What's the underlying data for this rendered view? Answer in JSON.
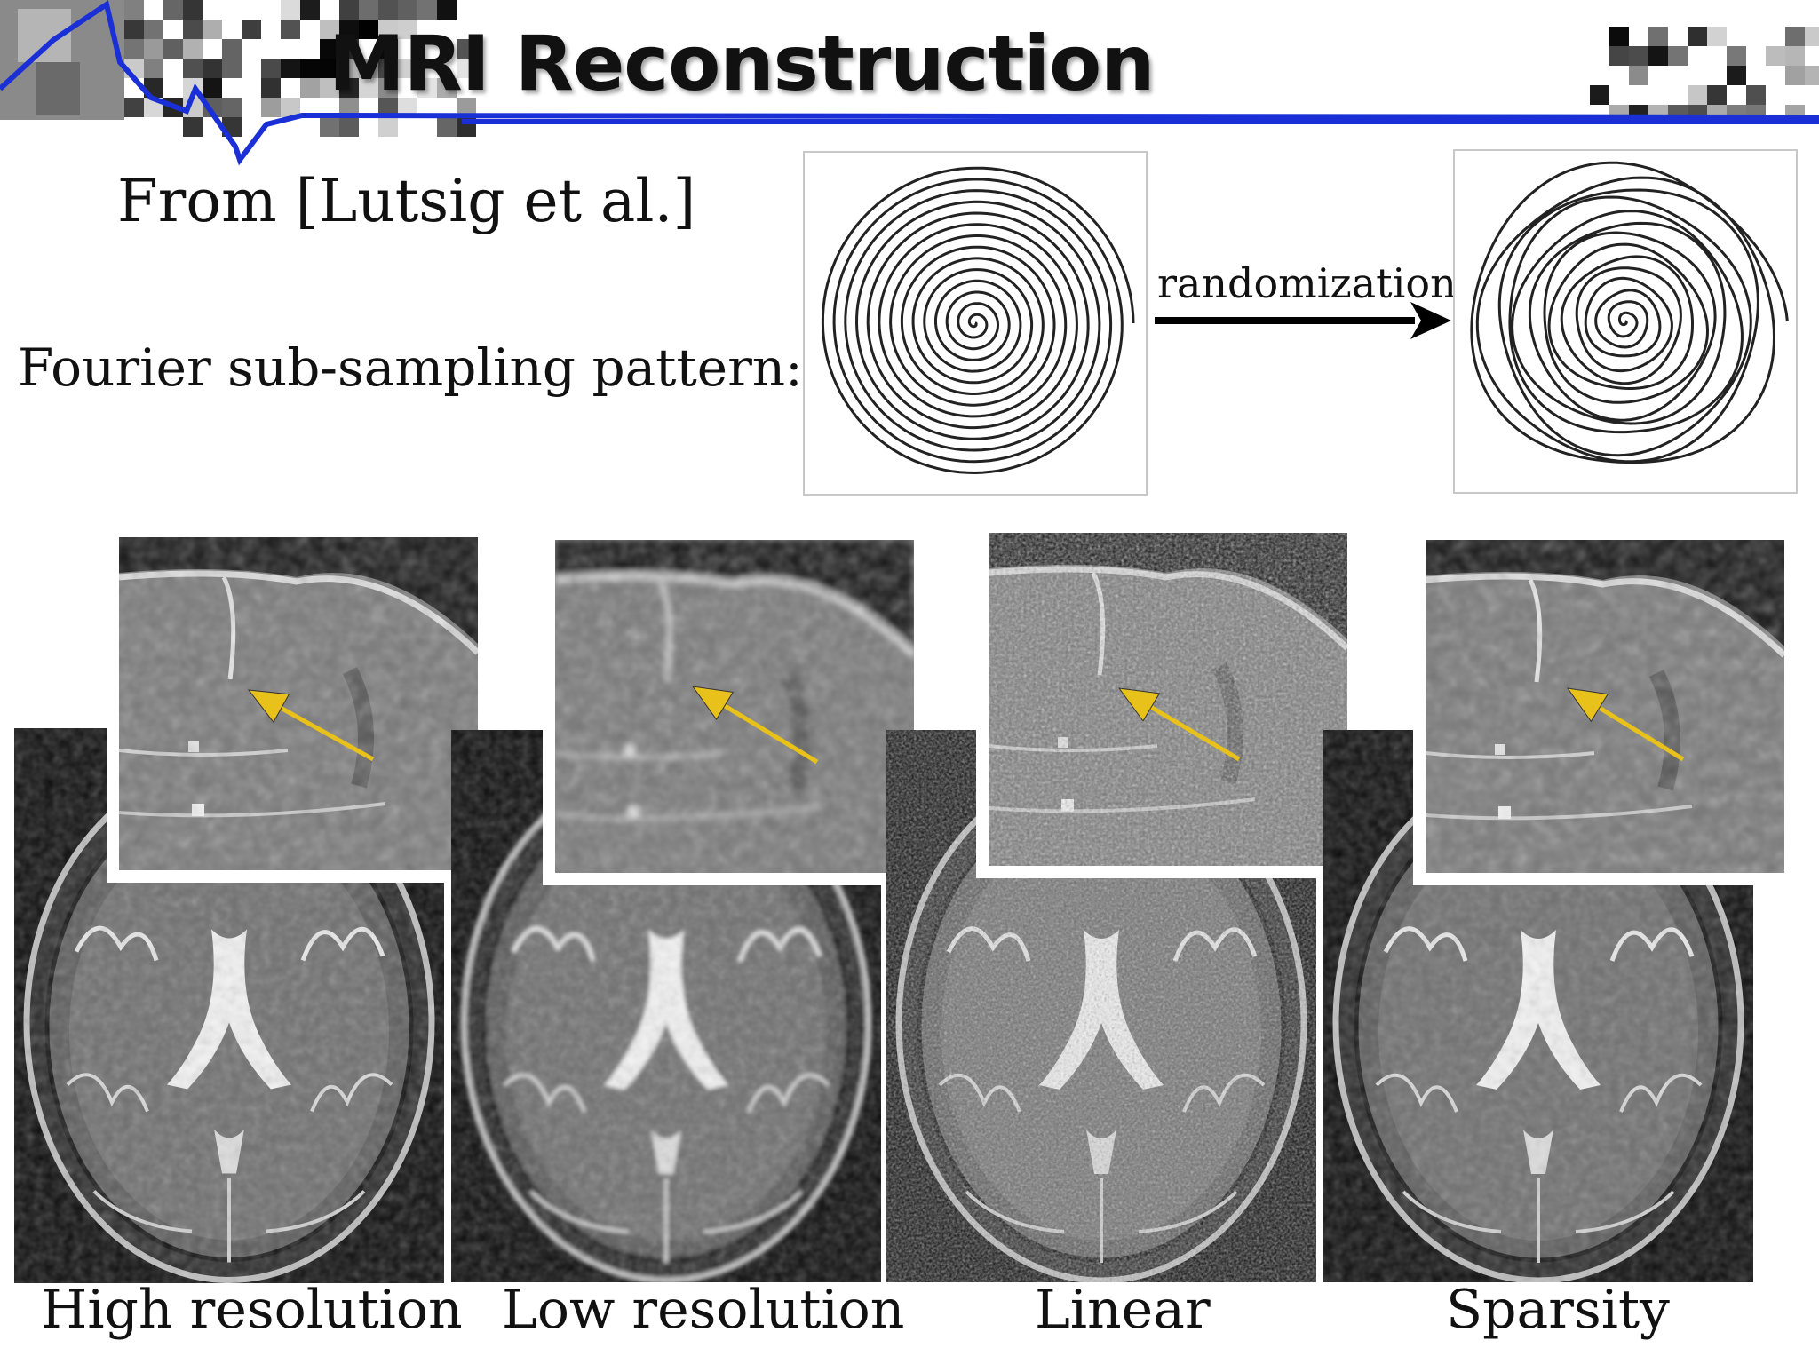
{
  "slide": {
    "title": "MRI Reconstruction",
    "citation": "From [Lutsig et al.]",
    "pattern_label": "Fourier sub-sampling pattern:",
    "arrow_label": "randomization"
  },
  "panels": [
    {
      "caption": "High resolution"
    },
    {
      "caption": "Low resolution"
    },
    {
      "caption": "Linear"
    },
    {
      "caption": "Sparsity"
    }
  ],
  "colors": {
    "title_rule": "#1a2fd6",
    "pointer_arrow": "#e8c21a",
    "text": "#111111"
  },
  "icons": {
    "pointer": "yellow-arrow-icon",
    "randomization": "right-arrow-icon"
  }
}
